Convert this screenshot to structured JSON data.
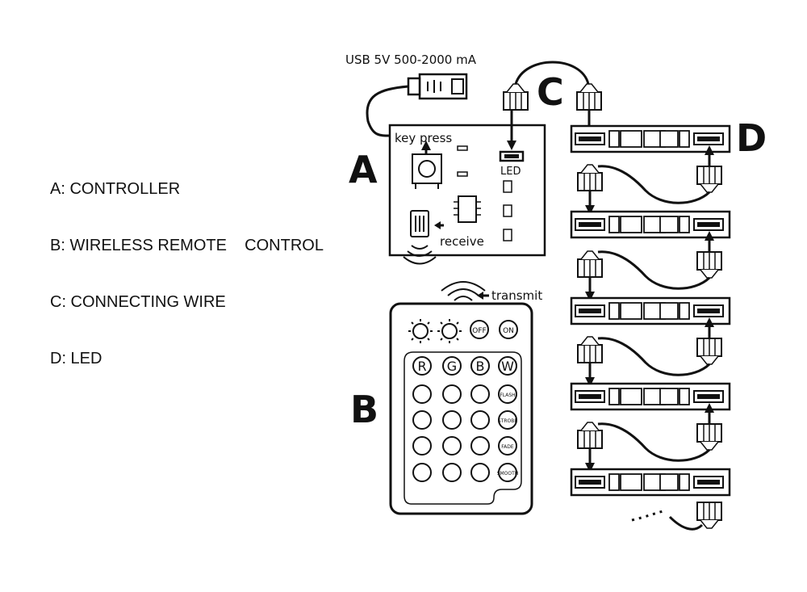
{
  "legend": {
    "items": [
      "A: CONTROLLER",
      "B: WIRELESS REMOTE    CONTROL",
      "C: CONNECTING WIRE",
      "D: LED"
    ]
  },
  "power": {
    "label": "USB 5V 500-2000 mA"
  },
  "letters": {
    "a": "A",
    "b": "B",
    "c": "C",
    "d": "D"
  },
  "controller": {
    "key_press": "key press",
    "led": "LED",
    "receive": "receive"
  },
  "remote": {
    "transmit": "transmit",
    "off": "OFF",
    "on": "ON",
    "color_row": [
      "R",
      "G",
      "B",
      "W"
    ],
    "modes": [
      "FLASH",
      "STROBE",
      "FADE",
      "SMOOTH"
    ]
  }
}
